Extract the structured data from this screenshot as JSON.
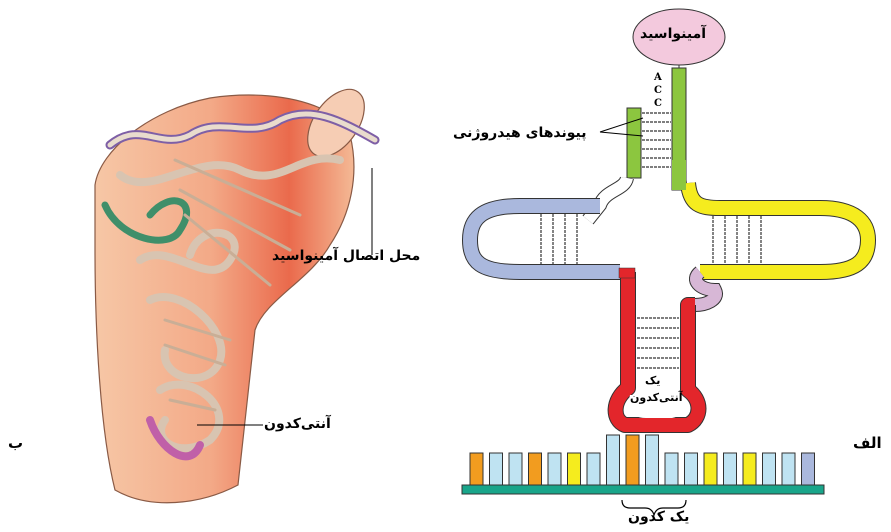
{
  "panel_labels": {
    "left": "ب",
    "right": "الف"
  },
  "labels": {
    "amino_acid": "آمینواسید",
    "hydrogen_bonds": "پیوندهای هیدروژنی",
    "amino_acid_attachment_site": "محل اتصال آمینواسید",
    "anticodon_left": "آنتی‌کدون",
    "anticodon_loop": "آنتی‌کدون",
    "one_loop": "یک",
    "one_codon": "یک کدون"
  },
  "acceptor_end_bases": [
    "A",
    "C",
    "C"
  ],
  "colors": {
    "amino_acid_fill": "#f3c9dd",
    "acceptor_stem": "#8cc63f",
    "d_arm": "#aab8dd",
    "t_arm": "#f5ec1e",
    "anticodon_arm": "#e3262b",
    "variable_loop": "#d7b7d6",
    "mrna_backbone": "#19a58a",
    "tube_fill": "#f4b48a",
    "tube_shade": "#e85a3c"
  }
}
